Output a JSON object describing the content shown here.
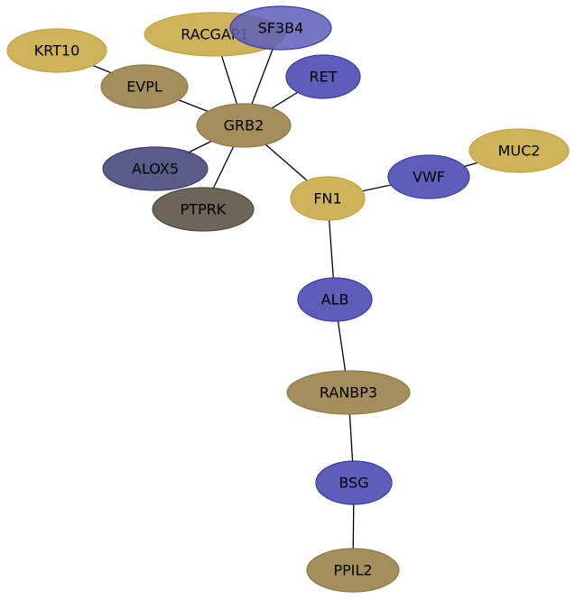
{
  "title": "Protein interaction network",
  "colors": {
    "gold": "#cfb35b",
    "gold_stroke": "#c4a440",
    "olive": "#a48f5c",
    "olive_stroke": "#8e7a45",
    "blue": "#5e5eba",
    "blue_stroke": "#3a3aa8",
    "slate": "#5b5b8a",
    "slate_stroke": "#3c3c78",
    "gray": "#6c665a",
    "gray_stroke": "#4f4a40",
    "edge": "#000000"
  },
  "nodes": [
    {
      "id": "KRT10",
      "label": "KRT10",
      "color": "gold"
    },
    {
      "id": "RACGAP1",
      "label": "RACGAP1",
      "color": "gold"
    },
    {
      "id": "SF3B4",
      "label": "SF3B4",
      "color": "blue",
      "translucent": true
    },
    {
      "id": "EVPL",
      "label": "EVPL",
      "color": "olive"
    },
    {
      "id": "RET",
      "label": "RET",
      "color": "blue"
    },
    {
      "id": "GRB2",
      "label": "GRB2",
      "color": "olive"
    },
    {
      "id": "ALOX5",
      "label": "ALOX5",
      "color": "slate"
    },
    {
      "id": "PTPRK",
      "label": "PTPRK",
      "color": "gray"
    },
    {
      "id": "MUC2",
      "label": "MUC2",
      "color": "gold"
    },
    {
      "id": "VWF",
      "label": "VWF",
      "color": "blue"
    },
    {
      "id": "FN1",
      "label": "FN1",
      "color": "gold"
    },
    {
      "id": "ALB",
      "label": "ALB",
      "color": "blue"
    },
    {
      "id": "RANBP3",
      "label": "RANBP3",
      "color": "olive"
    },
    {
      "id": "BSG",
      "label": "BSG",
      "color": "blue"
    },
    {
      "id": "PPIL2",
      "label": "PPIL2",
      "color": "olive"
    }
  ],
  "edges": [
    [
      "KRT10",
      "EVPL"
    ],
    [
      "EVPL",
      "GRB2"
    ],
    [
      "RACGAP1",
      "GRB2"
    ],
    [
      "SF3B4",
      "GRB2"
    ],
    [
      "RET",
      "GRB2"
    ],
    [
      "ALOX5",
      "GRB2"
    ],
    [
      "PTPRK",
      "GRB2"
    ],
    [
      "GRB2",
      "FN1"
    ],
    [
      "FN1",
      "VWF"
    ],
    [
      "VWF",
      "MUC2"
    ],
    [
      "FN1",
      "ALB"
    ],
    [
      "ALB",
      "RANBP3"
    ],
    [
      "RANBP3",
      "BSG"
    ],
    [
      "BSG",
      "PPIL2"
    ]
  ]
}
